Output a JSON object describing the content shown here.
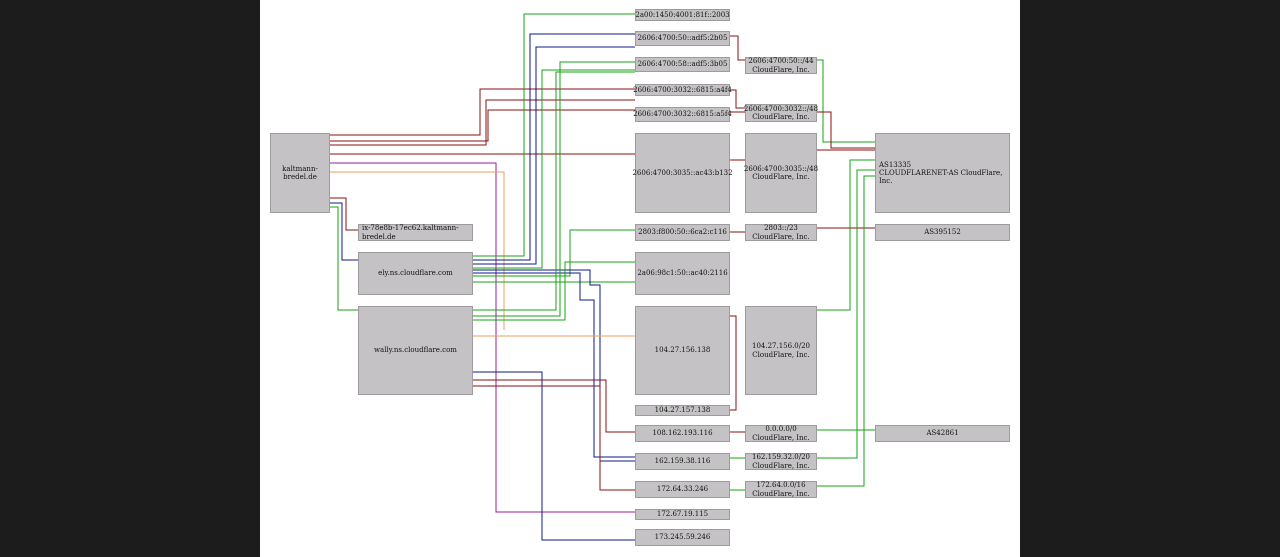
{
  "colors": {
    "background": "#1c1c1c",
    "canvas": "#ffffff",
    "node_fill": "#c4c2c4",
    "edge_red": "#8b1010",
    "edge_blue": "#0c1a8a",
    "edge_green": "#15a315",
    "edge_purple": "#9b1c9b",
    "edge_orange": "#e8a35a"
  },
  "nodes": {
    "domain": "kaltmann-bredel.de",
    "cname": "ix-78e8b-17ec62.kaltmann-bredel.de",
    "ns_ely": "ely.ns.cloudflare.com",
    "ns_wally": "wally.ns.cloudflare.com",
    "ip6_a": "2a00:1450:4001:81f::2003",
    "ip6_b": "2606:4700:50::adf5:2b05",
    "ip6_c": "2606:4700:58::adf5:3b05",
    "ip6_d": "2606:4700:3032::6815:a4f4",
    "ip6_e": "2606:4700:3032::6815:a5f4",
    "ip6_f": "2606:4700:3035::ac43:b132",
    "ip6_g": "2803:f800:50::6ca2:c116",
    "ip6_h": "2a06:98c1:50::ac40:2116",
    "ip4_a": "104.27.156.138",
    "ip4_b": "104.27.157.138",
    "ip4_c": "108.162.193.116",
    "ip4_d": "162.159.38.116",
    "ip4_e": "172.64.33.246",
    "ip4_f": "172.67.19.115",
    "ip4_g": "173.245.59.246",
    "pfx_a": "2606:4700:50::/44\nCloudFlare, Inc.",
    "pfx_b": "2606:4700:3032::/48\nCloudFlare, Inc.",
    "pfx_c": "2606:4700:3035::/48\nCloudFlare, Inc.",
    "pfx_d": "2803::/23\nCloudFlare, Inc.",
    "pfx_e": "104.27.156.0/20\nCloudFlare, Inc.",
    "pfx_f": "0.0.0.0/0\nCloudFlare, Inc.",
    "pfx_g": "162.159.32.0/20\nCloudFlare, Inc.",
    "pfx_h": "172.64.0.0/16\nCloudFlare, Inc.",
    "as_cf": "AS13335\nCLOUDFLARENET-AS CloudFlare, Inc.",
    "as_a": "AS395152",
    "as_b": "AS42861"
  }
}
